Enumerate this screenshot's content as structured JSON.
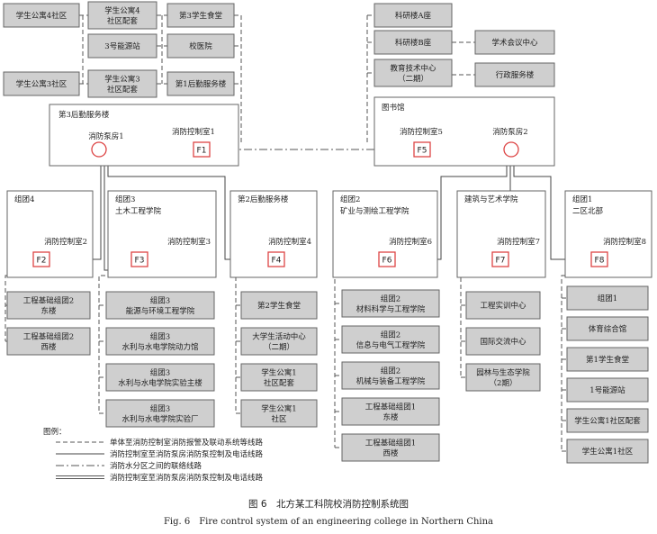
{
  "top_left": {
    "apt4": "学生公寓4社区",
    "apt4_support": [
      "学生公寓4",
      "社区配套"
    ],
    "canteen3": "第3学生食堂",
    "energy3": "3号能源站",
    "hospital": "校医院",
    "apt3": "学生公寓3社区",
    "apt3_support": [
      "学生公寓3",
      "社区配套"
    ],
    "logistics1": "第1后勤服务楼"
  },
  "top_right": {
    "lab_a": "科研楼A座",
    "lab_b": "科研楼B座",
    "conference": "学术会议中心",
    "edutech": [
      "教育技术中心",
      "（二期）"
    ],
    "admin": "行政服务楼"
  },
  "zone_logistics3": {
    "title": "第3后勤服务楼",
    "pump": "消防泵房1",
    "control": "消防控制室1",
    "f": "F1"
  },
  "zone_library": {
    "title": "图书馆",
    "control": "消防控制室5",
    "pump": "消防泵房2",
    "f": "F5"
  },
  "zones": [
    {
      "title": [
        "组团4"
      ],
      "control": "消防控制室2",
      "f": "F2"
    },
    {
      "title": [
        "组团3",
        "土木工程学院"
      ],
      "control": "消防控制室3",
      "f": "F3"
    },
    {
      "title": [
        "第2后勤服务楼"
      ],
      "control": "消防控制室4",
      "f": "F4"
    },
    {
      "title": [
        "组团2",
        "矿业与测绘工程学院"
      ],
      "control": "消防控制室6",
      "f": "F6"
    },
    {
      "title": [
        "建筑与艺术学院"
      ],
      "control": "消防控制室7",
      "f": "F7"
    },
    {
      "title": [
        "组团1",
        "二区北部"
      ],
      "control": "消防控制室8",
      "f": "F8"
    }
  ],
  "col_f2": [
    [
      "工程基础组团2",
      "东楼"
    ],
    [
      "工程基础组团2",
      "西楼"
    ]
  ],
  "col_f3": [
    [
      "组团3",
      "能源与环境工程学院"
    ],
    [
      "组团3",
      "水利与水电学院动力馆"
    ],
    [
      "组团3",
      "水利与水电学院实验主楼"
    ],
    [
      "组团3",
      "水利与水电学院实验厂"
    ]
  ],
  "col_f4": [
    [
      "第2学生食堂"
    ],
    [
      "大学生活动中心",
      "（二期）"
    ],
    [
      "学生公寓1",
      "社区配套"
    ],
    [
      "学生公寓1",
      "社区"
    ]
  ],
  "col_f6": [
    [
      "组团2",
      "材料科学与工程学院"
    ],
    [
      "组团2",
      "信息与电气工程学院"
    ],
    [
      "组团2",
      "机械与装备工程学院"
    ],
    [
      "工程基础组团1",
      "东楼"
    ],
    [
      "工程基础组团1",
      "西楼"
    ]
  ],
  "col_f7": [
    [
      "工程实训中心"
    ],
    [
      "国际交流中心"
    ],
    [
      "园林与生态学院",
      "（2期）"
    ]
  ],
  "col_f8": [
    [
      "组团1"
    ],
    [
      "体育综合馆"
    ],
    [
      "第1学生食堂"
    ],
    [
      "1号能源站"
    ],
    [
      "学生公寓1社区配套"
    ],
    [
      "学生公寓1社区"
    ]
  ],
  "legend": {
    "title": "图例：",
    "items": [
      "单体至消防控制室消防报警及联动系统等线路",
      "消防控制室至消防泵房消防泵控制及电话线路",
      "消防水分区之间的联络线路",
      "消防控制室至消防泵房消防泵控制及电话线路"
    ]
  },
  "caption": {
    "zh": "图 6　北方某工科院校消防控制系统图",
    "en": "Fig. 6　Fire control system of an engineering college in Northern China"
  }
}
